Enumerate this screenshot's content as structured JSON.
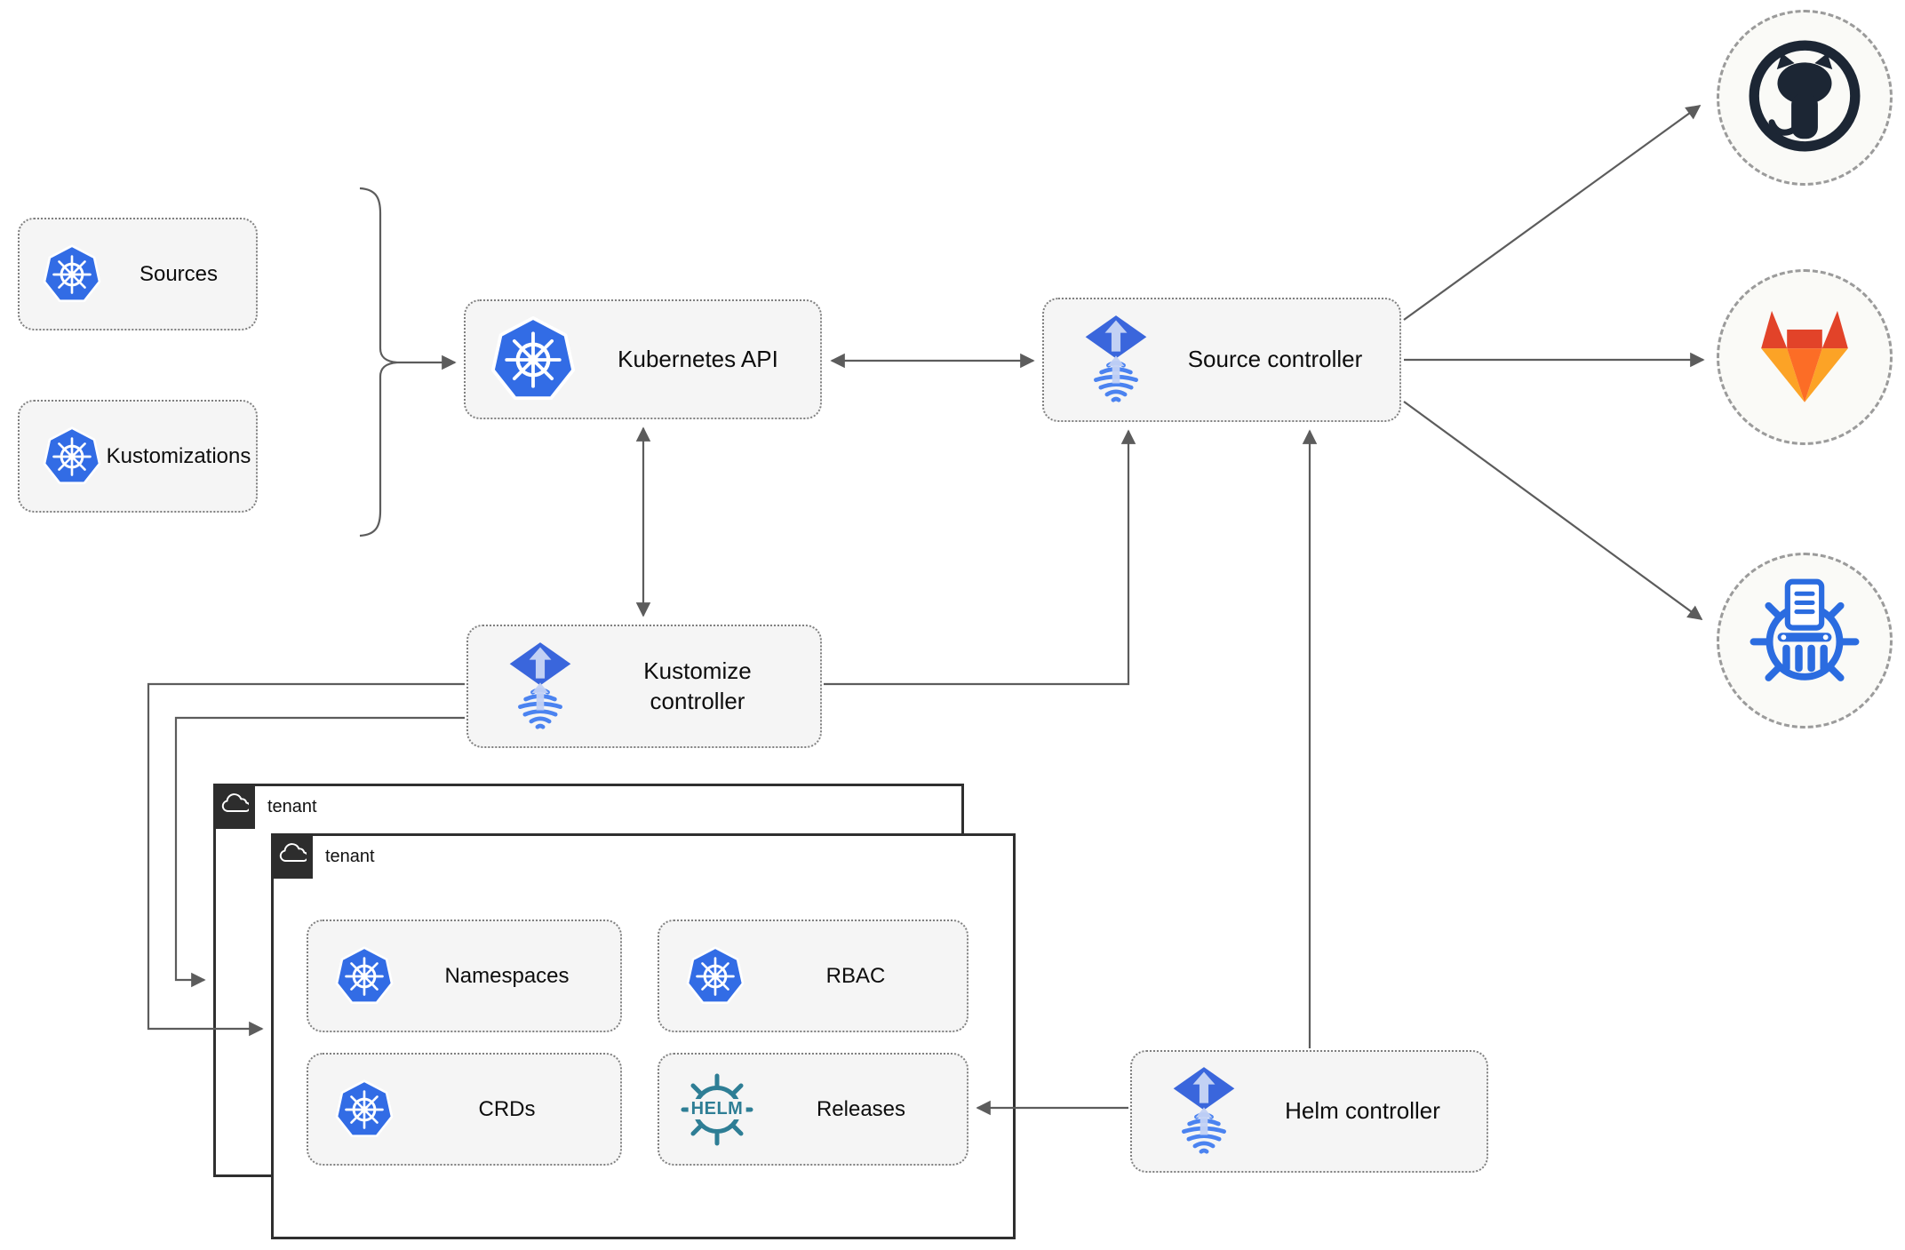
{
  "nodes": {
    "sources": "Sources",
    "kustomizations": "Kustomizations",
    "kubernetes_api": "Kubernetes API",
    "source_controller": "Source controller",
    "kustomize_controller": "Kustomize controller",
    "helm_controller": "Helm controller",
    "namespaces": "Namespaces",
    "rbac": "RBAC",
    "crds": "CRDs",
    "releases": "Releases"
  },
  "tenants": [
    {
      "label": "tenant"
    },
    {
      "label": "tenant"
    }
  ],
  "icons": {
    "kubernetes": "kubernetes-wheel-icon",
    "flux": "flux-gitops-icon",
    "cloud": "cloud-icon",
    "helm": "helm-wheel-icon",
    "helm_text": "HELM",
    "github": "github-icon",
    "gitlab": "gitlab-icon",
    "chart_repository": "chart-repository-icon"
  },
  "colors": {
    "kubernetes_blue": "#326ce5",
    "flux_blue": "#3a66dc",
    "flux_stripe_blue": "#4b83f0",
    "helm_teal": "#2e7e95",
    "github_dark": "#1c2634",
    "gitlab_red": "#e24329",
    "gitlab_orange": "#fc6d26",
    "gitlab_yellow": "#fca326",
    "chart_repo_blue": "#2b6ce0",
    "box_fill": "#f5f5f5",
    "connector_gray": "#5c5c5c",
    "tenant_border": "#2f2f2f"
  }
}
